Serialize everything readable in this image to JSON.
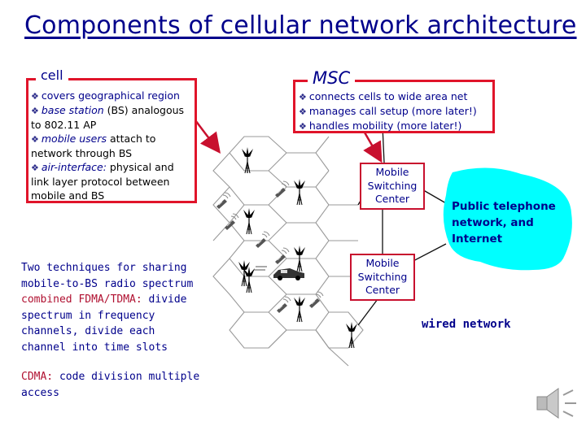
{
  "title": "Components of cellular network architecture",
  "cell_box": {
    "label": "cell",
    "items": [
      {
        "em": "",
        "text": "covers geographical region"
      },
      {
        "em": "base station",
        "text": " (BS) analogous to 802.11 AP"
      },
      {
        "em": "mobile users",
        "text": " attach to network through BS"
      },
      {
        "em": "air-interface:",
        "text": " physical and link layer protocol between mobile and BS"
      }
    ]
  },
  "msc_box": {
    "label": "MSC",
    "items": [
      "connects cells to wide area net",
      "manages call setup (more later!)",
      "handles mobility (more later!)"
    ]
  },
  "techniques": {
    "line1": "Two techniques for sharing mobile-to-BS radio spectrum",
    "line2": "combined FDMA/TDMA:",
    "line3": "divide spectrum in frequency channels, divide each channel into time slots"
  },
  "cdma": {
    "label": "CDMA:",
    "text": " code division multiple access"
  },
  "msc_node_upper": "Mobile Switching Center",
  "msc_node_lower": "Mobile Switching Center",
  "cloud_label": "Public telephone network, and Internet",
  "wired_label": "wired network",
  "colors": {
    "title": "#00008b",
    "box_border": "#e0142a",
    "cloud": "#00ffff",
    "link": "#111111"
  },
  "icons": [
    "bullet-icon",
    "tower-icon",
    "phone-icon",
    "car-icon",
    "speaker-icon",
    "arrow-icon"
  ]
}
